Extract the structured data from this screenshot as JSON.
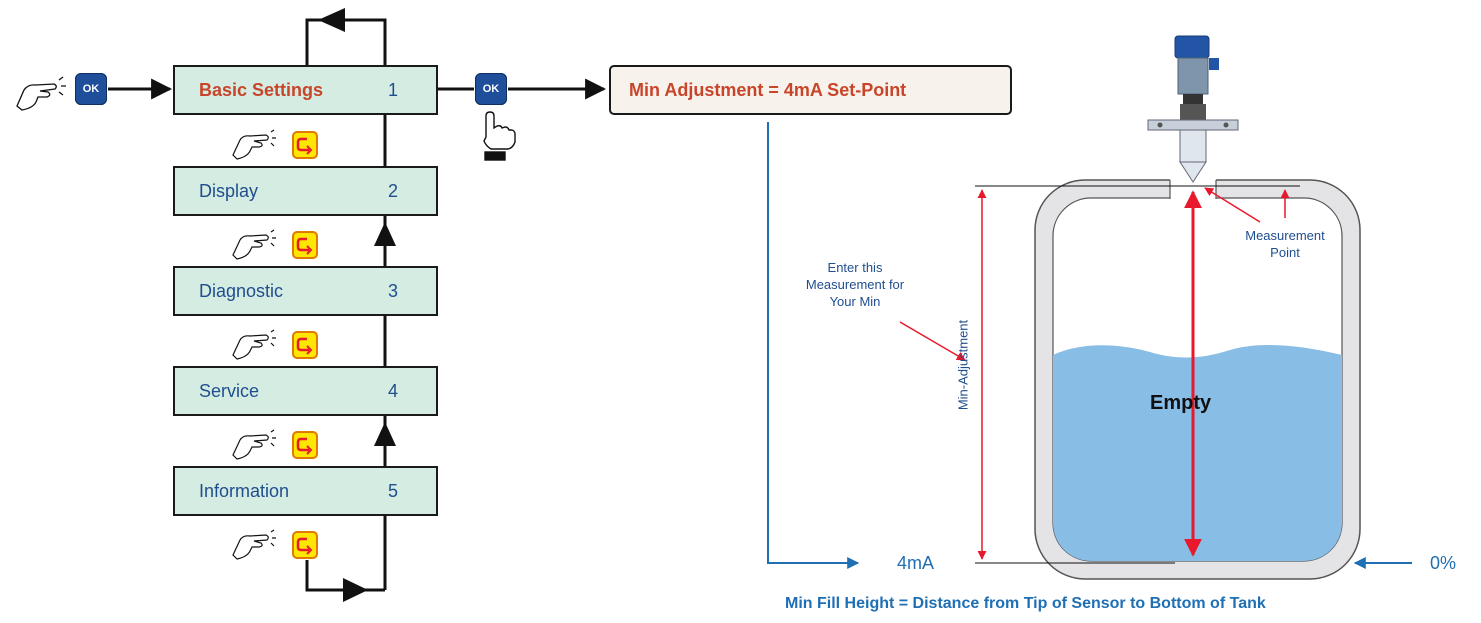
{
  "menu": {
    "items": [
      {
        "label": "Basic Settings",
        "number": "1",
        "active": true
      },
      {
        "label": "Display",
        "number": "2"
      },
      {
        "label": "Diagnostic",
        "number": "3"
      },
      {
        "label": "Service",
        "number": "4"
      },
      {
        "label": "Information",
        "number": "5"
      }
    ],
    "ok_key_label": "OK"
  },
  "result_box": {
    "text": "Min Adjustment = 4mA Set-Point"
  },
  "tank": {
    "level_label": "Empty",
    "min_adjustment_label": "Min-Adjustment",
    "measurement_point_label": "Measurement\nPoint",
    "enter_note": "Enter this\nMeasurement for\nYour Min",
    "signal_left": "4mA",
    "signal_right": "0%",
    "footer": "Min Fill Height = Distance from Tip of Sensor to Bottom of Tank"
  },
  "colors": {
    "menu_bg": "#d5ece2",
    "accent_red": "#c8452a",
    "text_blue": "#1f4e8f",
    "signal_blue": "#1f6fb5",
    "ok_key": "#1f4e9a",
    "back_key": "#ffe600",
    "liquid": "#88bde6",
    "arrow_red": "#e8192c"
  },
  "icons": [
    "hand-press-icon",
    "ok-key-icon",
    "back-key-icon",
    "hand-pointer-icon",
    "radar-sensor-icon"
  ]
}
